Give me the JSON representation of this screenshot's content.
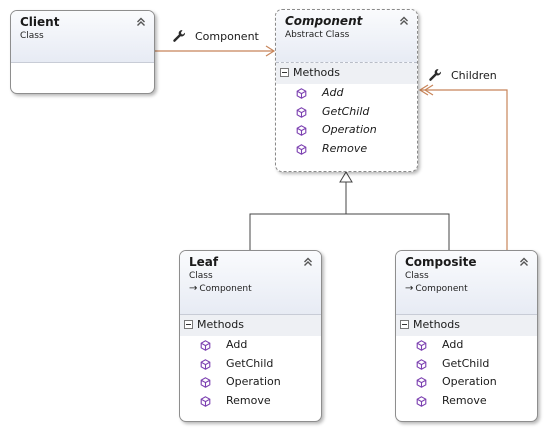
{
  "associations": {
    "component_label": "Component",
    "children_label": "Children"
  },
  "boxes": {
    "client": {
      "name": "Client",
      "kind": "Class"
    },
    "component": {
      "name": "Component",
      "kind": "Abstract Class",
      "section": "Methods",
      "methods": [
        "Add",
        "GetChild",
        "Operation",
        "Remove"
      ]
    },
    "leaf": {
      "name": "Leaf",
      "kind": "Class",
      "inherits": "Component",
      "section": "Methods",
      "methods": [
        "Add",
        "GetChild",
        "Operation",
        "Remove"
      ]
    },
    "composite": {
      "name": "Composite",
      "kind": "Class",
      "inherits": "Component",
      "section": "Methods",
      "methods": [
        "Add",
        "GetChild",
        "Operation",
        "Remove"
      ]
    }
  },
  "colors": {
    "association_line": "#c8855a",
    "inheritance_line": "#444444",
    "method_icon": "#7b3fb0"
  },
  "icons": {
    "collapse": "chevron-up-icon",
    "section_toggle": "minus-square-icon",
    "method": "method-cube-icon",
    "association": "wrench-icon",
    "inherits": "right-arrow-icon"
  }
}
